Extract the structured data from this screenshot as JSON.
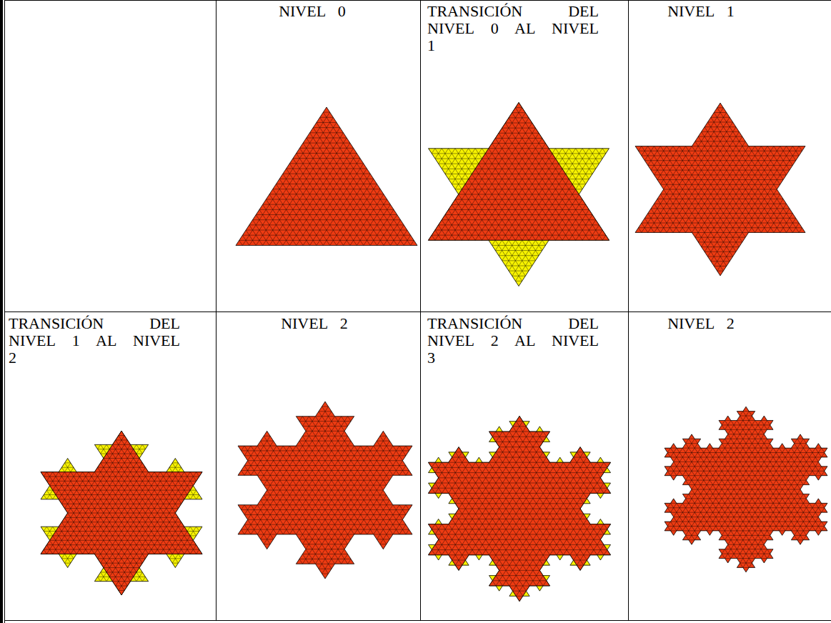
{
  "diagram": {
    "labels": [
      "NIVEL 0",
      "TRANSICIÓN DEL NIVEL 0 AL NIVEL 1",
      "NIVEL 1",
      "TRANSICIÓN DEL NIVEL 1 AL NIVEL 2",
      "NIVEL 2",
      "TRANSICIÓN DEL NIVEL 2 AL NIVEL 3",
      "NIVEL 2"
    ]
  }
}
